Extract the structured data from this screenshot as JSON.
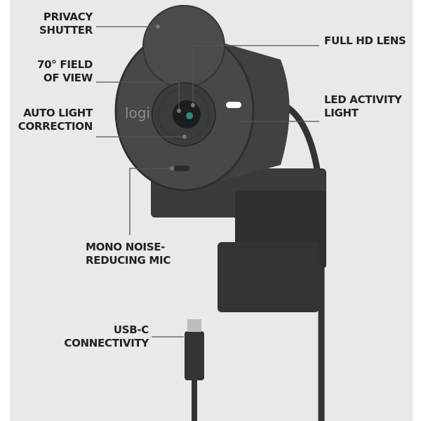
{
  "brand_logo": "logi",
  "callouts": {
    "privacy_shutter": [
      "PRIVACY",
      "SHUTTER"
    ],
    "field_of_view": [
      "70° FIELD",
      "OF VIEW"
    ],
    "auto_light": [
      "AUTO LIGHT",
      "CORRECTION"
    ],
    "full_hd_lens": [
      "FULL HD LENS"
    ],
    "led_light": [
      "LED ACTIVITY",
      "LIGHT"
    ],
    "mic": [
      "MONO NOISE-",
      "REDUCING MIC"
    ],
    "usb_c": [
      "USB-C",
      "CONNECTIVITY"
    ]
  },
  "colors": {
    "background": "#e9e9e9",
    "body": "#3a3b3d",
    "text": "#222222",
    "led": "#ffffff",
    "lens": "#2f8a7c"
  }
}
